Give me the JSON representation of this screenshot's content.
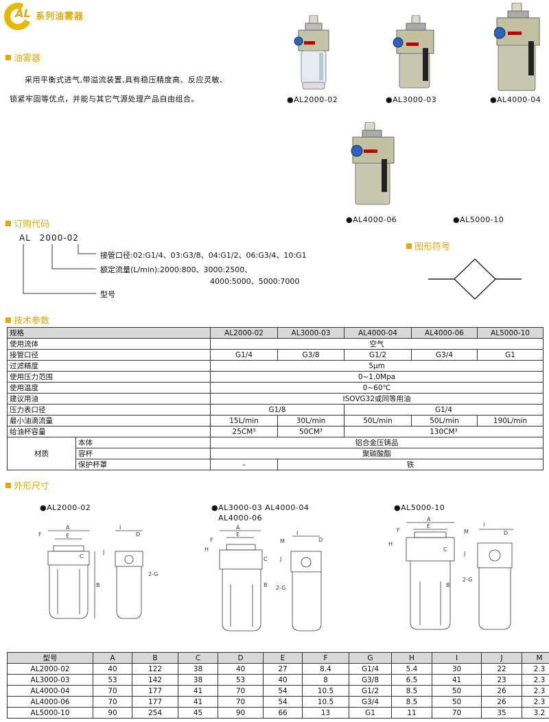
{
  "header": {
    "logo_text": "AL",
    "title": "系列油雾器"
  },
  "section_lubricator": {
    "title": "油雾器",
    "intro_line1": "采用平衡式进气,带溢流装置,具有稳压精度高、反应灵敏、",
    "intro_line2": "锁紧牢固等优点，并能与其它气源处理产品自由组合。"
  },
  "products": [
    {
      "caption": "●AL2000-02"
    },
    {
      "caption": "●AL3000-03"
    },
    {
      "caption": "●AL4000-04"
    },
    {
      "caption": "●AL4000-06"
    },
    {
      "caption": "●AL5000-10"
    }
  ],
  "order": {
    "title": "订购代码",
    "code_model": "AL",
    "code_flow": "2000",
    "code_sep": "-",
    "code_port": "02",
    "port_desc": "接管口径:02:G1/4、03:G3/8、04:G1/2、06:G3/4、10:G1",
    "flow_desc1": "额定流量(L/min):2000:800、3000:2500、",
    "flow_desc2": "4000:5000、5000:7000",
    "model_desc": "型号"
  },
  "symbol": {
    "title": "图形符号"
  },
  "spec": {
    "title": "技术参数",
    "header": [
      "规格",
      "AL2000-02",
      "AL3000-03",
      "AL4000-04",
      "AL4000-06",
      "AL5000-10"
    ],
    "fluid_label": "使用流体",
    "fluid": "空气",
    "port_label": "接管口径",
    "ports": [
      "G1/4",
      "G3/8",
      "G1/2",
      "G3/4",
      "G1"
    ],
    "filter_label": "过滤精度",
    "filter": "5μm",
    "pressure_label": "使用压力范围",
    "pressure": "0~1.0Mpa",
    "temp_label": "使用温度",
    "temp": "0~60℃",
    "oil_label": "建议用油",
    "oil": "ISOVG32或同等用油",
    "gauge_label": "压力表口径",
    "gauge_a": "G1/8",
    "gauge_b": "G1/4",
    "drip_label": "最小油滴流量",
    "drips": [
      "15L/min",
      "30L/min",
      "50L/min",
      "50L/min",
      "190L/min"
    ],
    "cup_label": "给油杯容量",
    "cup_a": "25CM³",
    "cup_b": "50CM³",
    "cup_c": "130CM³",
    "material_label": "材质",
    "body_label": "本体",
    "body": "铝合金压铸品",
    "bowl_label": "容杯",
    "bowl": "聚碳酸酯",
    "guard_label": "保护杯罩",
    "guard_a": "–",
    "guard_b": "铁"
  },
  "dims": {
    "title": "外形尺寸",
    "drawing1": "●AL2000-02",
    "drawing2a": "●AL3000-03   AL4000-04",
    "drawing2b": "AL4000-06",
    "drawing3": "●AL5000-10",
    "header": [
      "型号",
      "A",
      "B",
      "C",
      "D",
      "E",
      "F",
      "G",
      "H",
      "I",
      "J",
      "M"
    ],
    "rows": [
      [
        "AL2000-02",
        "40",
        "122",
        "38",
        "40",
        "27",
        "8.4",
        "G1/4",
        "5.4",
        "30",
        "22",
        "2.3"
      ],
      [
        "AL3000-03",
        "53",
        "142",
        "38",
        "53",
        "40",
        "8",
        "G3/8",
        "6.5",
        "41",
        "23",
        "2.3"
      ],
      [
        "AL4000-04",
        "70",
        "177",
        "41",
        "70",
        "54",
        "10.5",
        "G1/2",
        "8.5",
        "50",
        "26",
        "2.3"
      ],
      [
        "AL4000-06",
        "70",
        "177",
        "41",
        "70",
        "54",
        "10.5",
        "G3/4",
        "8.5",
        "50",
        "26",
        "2.3"
      ],
      [
        "AL5000-10",
        "90",
        "254",
        "45",
        "90",
        "66",
        "13",
        "G1",
        "11",
        "70",
        "35",
        "3.2"
      ]
    ]
  },
  "drawing_labels": {
    "A": "A",
    "B": "B",
    "C": "C",
    "D": "D",
    "E": "E",
    "F": "F",
    "H": "H",
    "I": "I",
    "J": "J",
    "M": "M",
    "G": "2-G"
  }
}
